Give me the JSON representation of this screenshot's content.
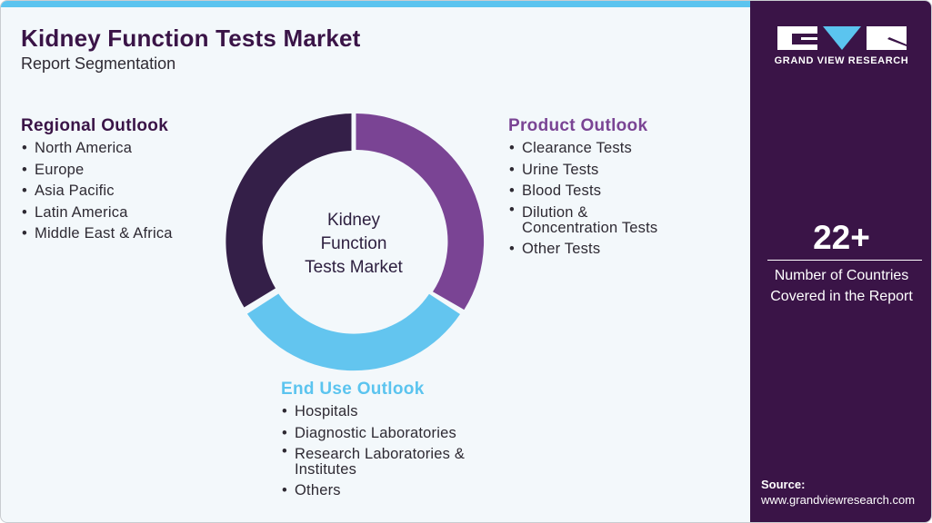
{
  "header": {
    "title": "Kidney Function Tests Market",
    "subtitle": "Report Segmentation"
  },
  "brand": {
    "logo_text": "GRAND VIEW RESEARCH",
    "colors": {
      "dark_purple": "#3a1447",
      "purple": "#7a4494",
      "light_blue": "#5bc4ef",
      "background": "#f3f8fb"
    }
  },
  "stat": {
    "value": "22+",
    "label_line1": "Number of Countries",
    "label_line2": "Covered in the Report"
  },
  "source": {
    "label": "Source:",
    "url": "www.grandviewresearch.com"
  },
  "donut": {
    "center_line1": "Kidney",
    "center_line2": "Function",
    "center_line3": "Tests Market",
    "segments": [
      {
        "name": "Product Outlook",
        "color": "#7a4494",
        "start_deg": 0,
        "end_deg": 120
      },
      {
        "name": "End Use Outlook",
        "color": "#63c5ef",
        "start_deg": 120,
        "end_deg": 240
      },
      {
        "name": "Regional Outlook",
        "color": "#341f48",
        "start_deg": 240,
        "end_deg": 360
      }
    ]
  },
  "segments": {
    "regional": {
      "title": "Regional Outlook",
      "items": [
        "North America",
        "Europe",
        "Asia Pacific",
        "Latin America",
        "Middle East & Africa"
      ]
    },
    "product": {
      "title": "Product Outlook",
      "items": [
        "Clearance Tests",
        "Urine Tests",
        "Blood Tests",
        "Dilution &",
        "Concentration Tests",
        "Other Tests"
      ],
      "item4_line1": "Dilution &",
      "item4_line2": "Concentration Tests"
    },
    "end_use": {
      "title": "End Use Outlook",
      "items": [
        "Hospitals",
        "Diagnostic Laboratories",
        "Research Laboratories &",
        "Institutes",
        "Others"
      ],
      "item3_line1": "Research Laboratories &",
      "item3_line2": "Institutes"
    }
  }
}
